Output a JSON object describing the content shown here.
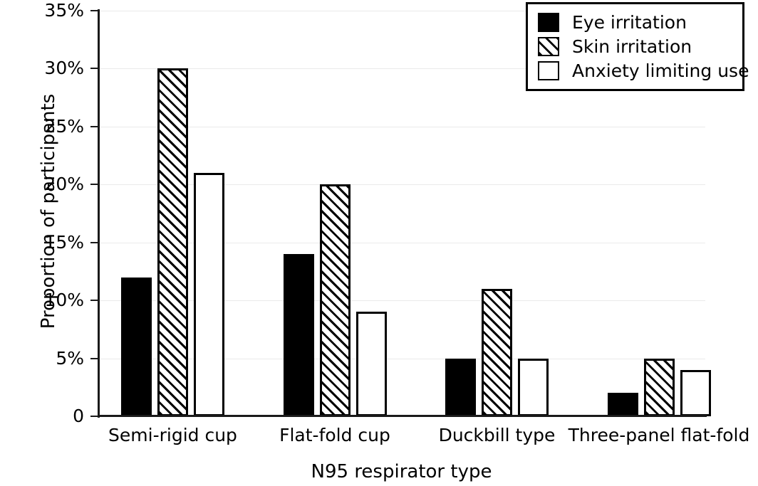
{
  "chart_data": {
    "type": "bar",
    "title": "",
    "xlabel": "N95 respirator type",
    "ylabel": "Proportion of participants",
    "categories": [
      "Semi-rigid cup",
      "Flat-fold cup",
      "Duckbill type",
      "Three-panel flat-fold"
    ],
    "series": [
      {
        "name": "Eye irritation",
        "style": "solid",
        "values": [
          12,
          14,
          5,
          2
        ]
      },
      {
        "name": "Skin irritation",
        "style": "hatch",
        "values": [
          30,
          20,
          11,
          5
        ]
      },
      {
        "name": "Anxiety limiting use",
        "style": "open",
        "values": [
          21,
          9,
          5,
          4
        ]
      }
    ],
    "ylim": [
      0,
      35
    ],
    "yticks": [
      0,
      5,
      10,
      15,
      20,
      25,
      30,
      35
    ],
    "ytick_labels": [
      "0",
      "5%",
      "10%",
      "15%",
      "20%",
      "25%",
      "30%",
      "35%"
    ],
    "grid": true,
    "grid_axis": "y",
    "grid_color": "#eaeaea",
    "legend_position": "top-right",
    "bar_color": "#000000",
    "background_color": "#ffffff"
  },
  "legend": {
    "entries": [
      {
        "label": "Eye irritation"
      },
      {
        "label": "Skin irritation"
      },
      {
        "label": "Anxiety limiting use"
      }
    ]
  }
}
